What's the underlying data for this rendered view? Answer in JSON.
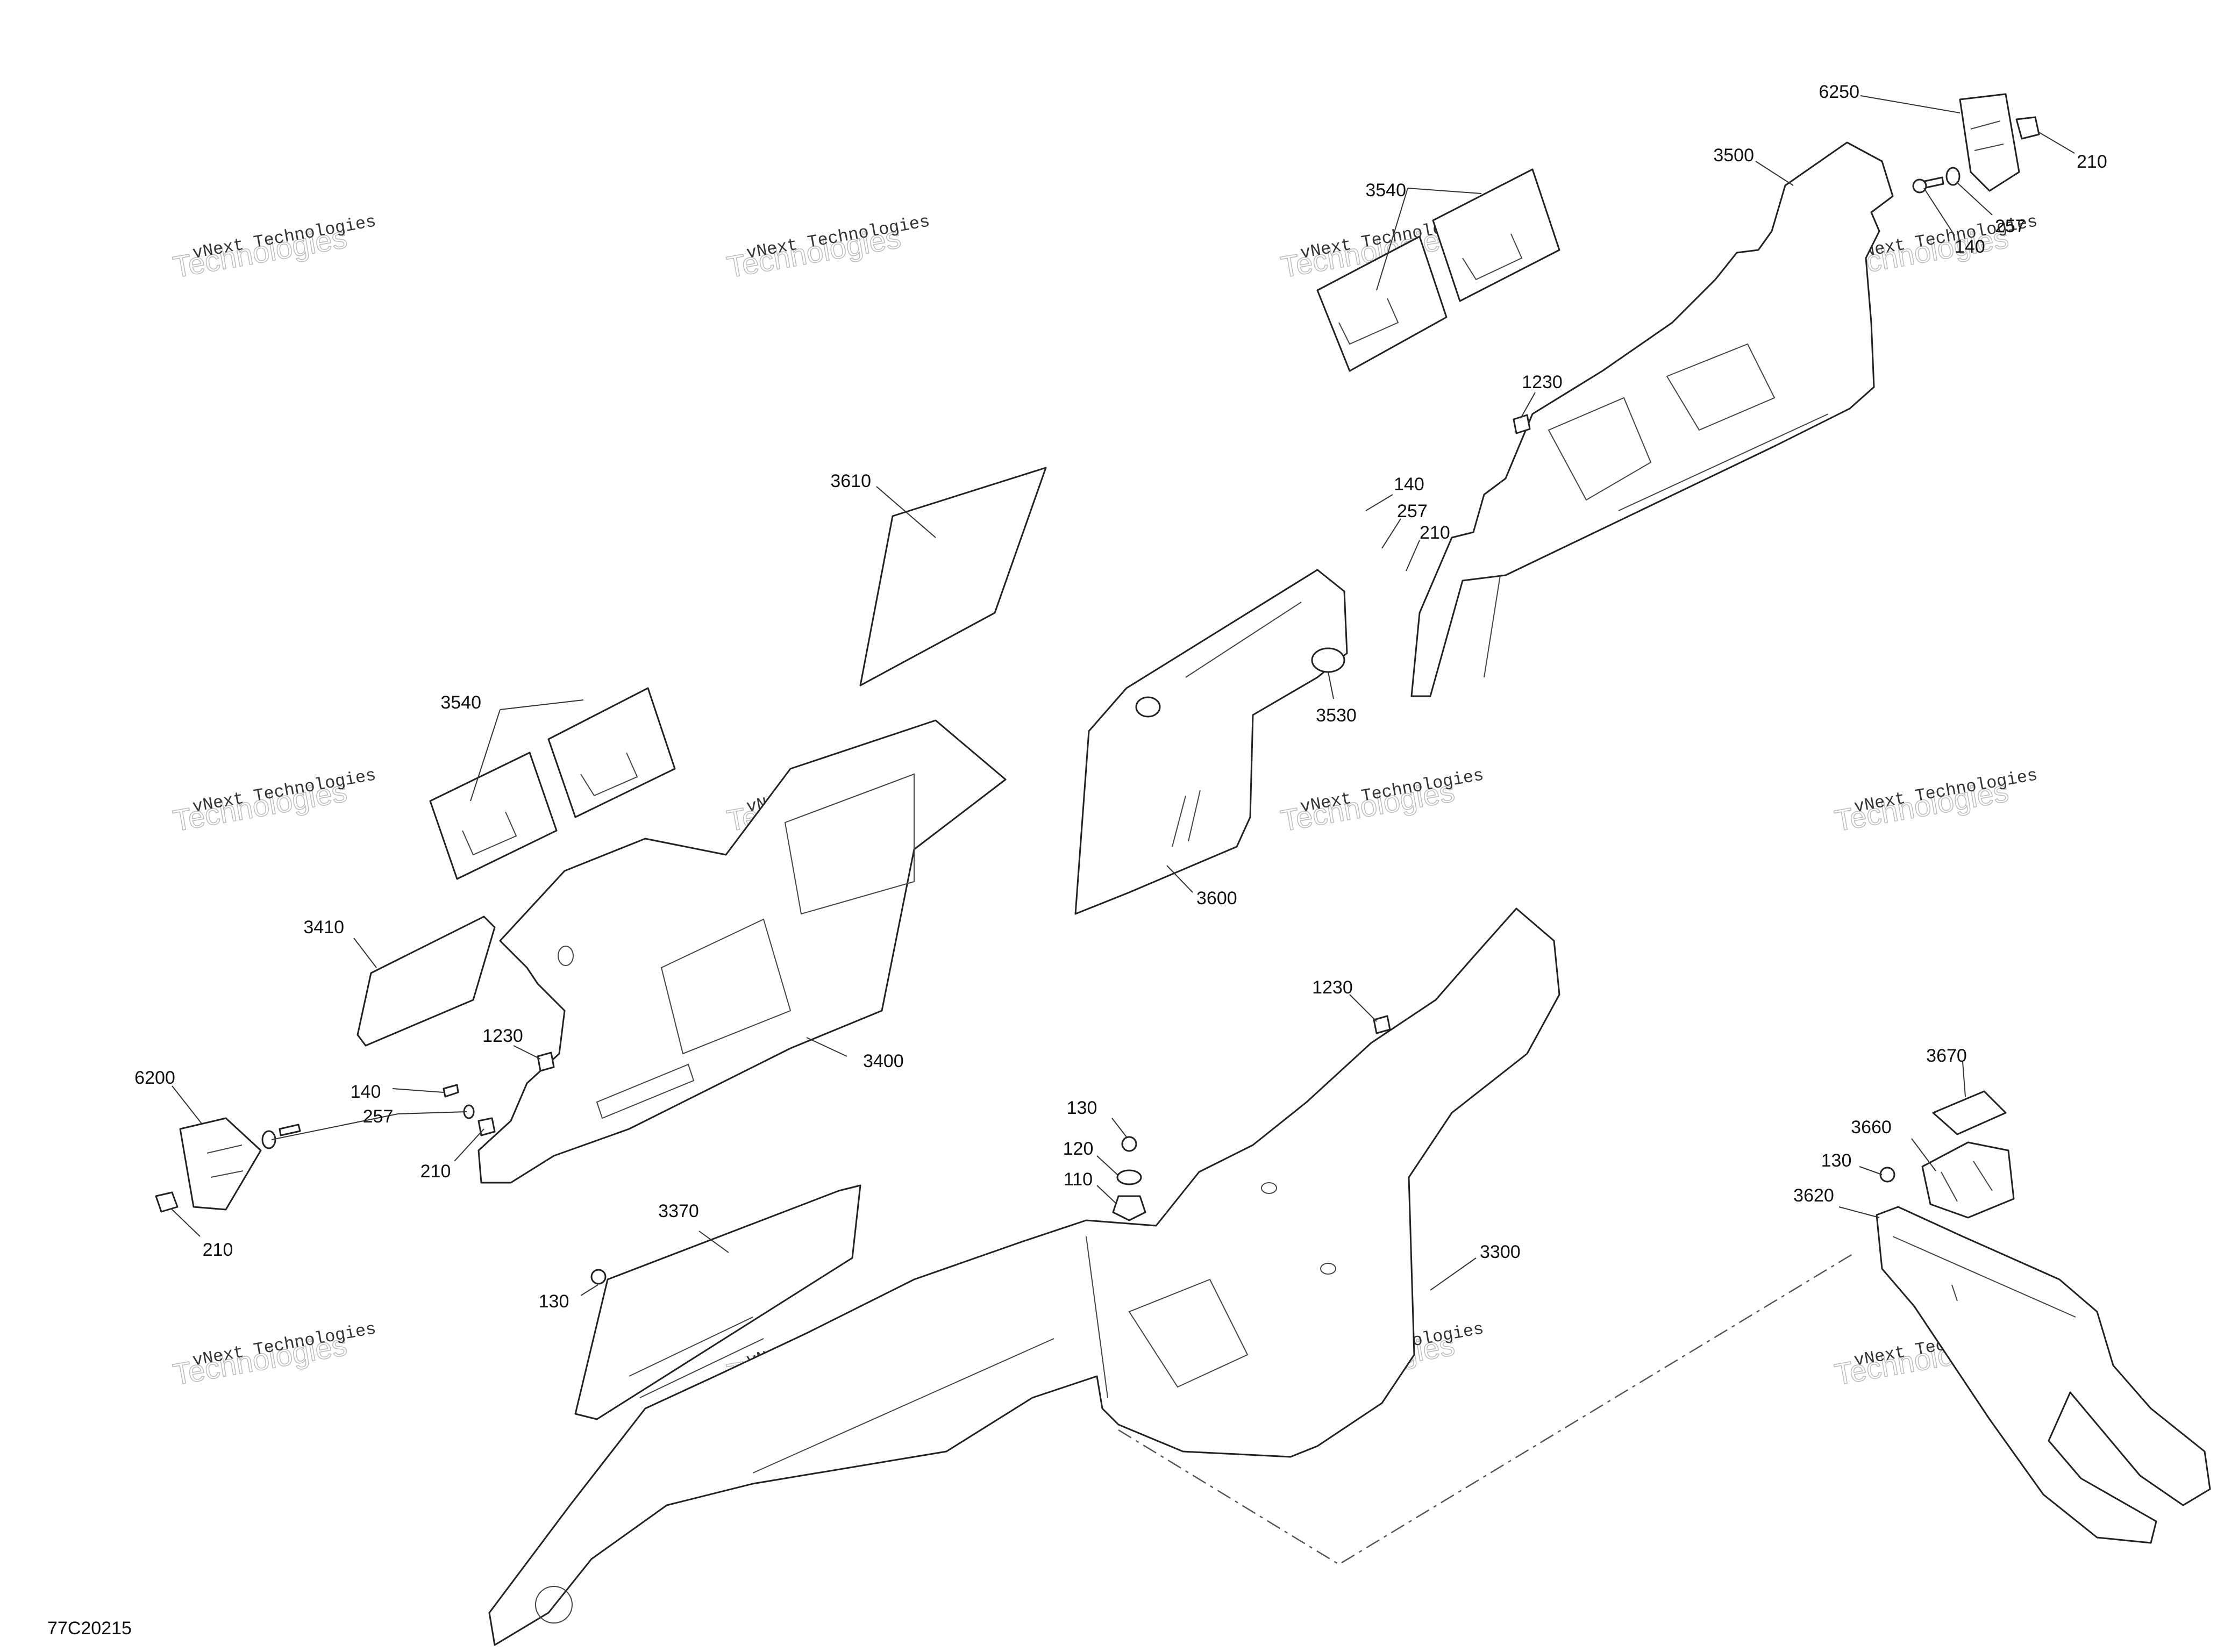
{
  "diagram": {
    "reference_code": "77C20215",
    "watermark": {
      "line1": "vNext Technologies",
      "line2": "Technologies",
      "script": "vNext"
    },
    "callouts": [
      "6250",
      "210",
      "3500",
      "257",
      "140",
      "3540",
      "1230",
      "140",
      "257",
      "210",
      "3610",
      "3530",
      "3540",
      "3600",
      "3410",
      "1230",
      "3400",
      "6200",
      "140",
      "257",
      "210",
      "210",
      "1230",
      "130",
      "120",
      "110",
      "3370",
      "130",
      "3300",
      "3670",
      "3660",
      "130",
      "3620"
    ]
  }
}
